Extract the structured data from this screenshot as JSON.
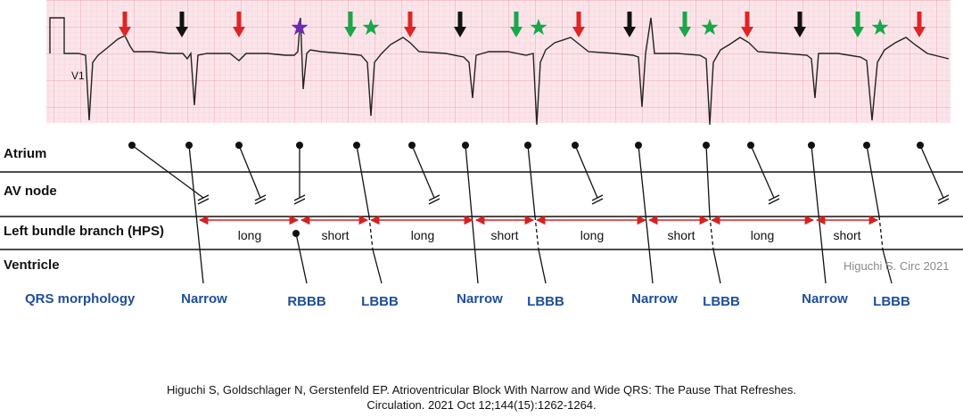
{
  "ecg": {
    "lead_label": "V1",
    "grid_color": "#f1b8c2",
    "grid_bg": "#fbe5ea",
    "markers": [
      {
        "type": "arrow",
        "color": "#e02424"
      },
      {
        "type": "arrow",
        "color": "#111111"
      },
      {
        "type": "arrow",
        "color": "#e02424"
      },
      {
        "type": "star",
        "color": "#6a2bb0"
      },
      {
        "type": "arrow",
        "color": "#1aa64a"
      },
      {
        "type": "star",
        "color": "#1aa64a"
      },
      {
        "type": "arrow",
        "color": "#e02424"
      },
      {
        "type": "arrow",
        "color": "#111111"
      },
      {
        "type": "arrow",
        "color": "#1aa64a"
      },
      {
        "type": "star",
        "color": "#1aa64a"
      },
      {
        "type": "arrow",
        "color": "#e02424"
      },
      {
        "type": "arrow",
        "color": "#111111"
      },
      {
        "type": "arrow",
        "color": "#1aa64a"
      },
      {
        "type": "star",
        "color": "#1aa64a"
      },
      {
        "type": "arrow",
        "color": "#e02424"
      },
      {
        "type": "arrow",
        "color": "#111111"
      },
      {
        "type": "arrow",
        "color": "#1aa64a"
      },
      {
        "type": "star",
        "color": "#1aa64a"
      },
      {
        "type": "arrow",
        "color": "#e02424"
      }
    ]
  },
  "ladder": {
    "rows": [
      {
        "label": "Atrium"
      },
      {
        "label": "AV node"
      },
      {
        "label": "Left bundle branch (HPS)"
      },
      {
        "label": "Ventricle"
      }
    ],
    "intervals": [
      "long",
      "short",
      "long",
      "short",
      "long",
      "short",
      "long",
      "short"
    ],
    "interval_color": "#d62020"
  },
  "qrs": {
    "title": "QRS morphology",
    "labels": [
      "Narrow",
      "RBBB",
      "LBBB",
      "Narrow",
      "LBBB",
      "Narrow",
      "LBBB",
      "Narrow",
      "LBBB"
    ],
    "color": "#1f4e9a"
  },
  "watermark": "Higuchi S. Circ 2021",
  "citation": {
    "line1": "Higuchi S, Goldschlager N, Gerstenfeld EP. Atrioventricular Block With Narrow and Wide QRS: The Pause That Refreshes.",
    "line2": "Circulation. 2021 Oct 12;144(15):1262-1264."
  }
}
